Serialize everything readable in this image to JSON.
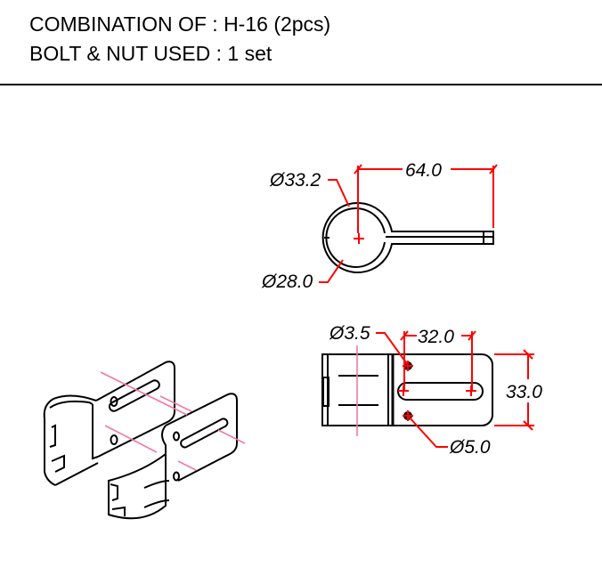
{
  "header": {
    "line1": "COMBINATION OF : H-16 (2pcs)",
    "line2": "BOLT & NUT USED : 1 set"
  },
  "top_view": {
    "outer_diameter": "Ø33.2",
    "inner_diameter": "Ø28.0",
    "length": "64.0"
  },
  "side_view": {
    "small_hole": "Ø3.5",
    "slot_spacing": "32.0",
    "height": "33.0",
    "large_hole": "Ø5.0"
  },
  "colors": {
    "dimension": "#ff0000",
    "centerline": "#f07aa0",
    "line": "#000000"
  }
}
